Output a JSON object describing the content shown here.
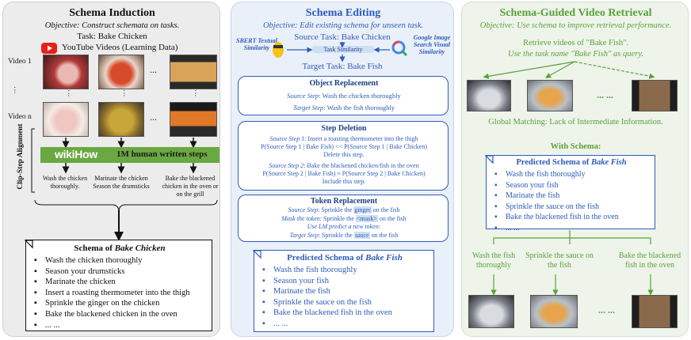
{
  "panel1": {
    "title": "Schema Induction",
    "objective": "Objective: Construct schemata on tasks.",
    "task": "Task: Bake Chicken",
    "videos_label": "YouTube Videos (Learning Data)",
    "video1": "Video 1",
    "videon": "Video n",
    "ellipsis": "...",
    "vdots": "⋮",
    "clip_step": "Clip-Step Alignment",
    "wiki_logo": "wikiHow",
    "wiki_text": "1M human written steps",
    "steps": [
      "Wash the chicken thoroughly.",
      "Marinate the chicken Season the drumsticks",
      "Bake the blackened chicken in the oven or on the grill"
    ],
    "schema_title_prefix": "Schema of ",
    "schema_title_task": "Bake Chicken",
    "schema_items": [
      "Wash the chicken thoroughly",
      "Season your drumsticks",
      "Marinate the chicken",
      "Insert a roasting thermometer into the thigh",
      "Sprinkle the ginger on the chicken",
      "Bake the blackened chicken in the oven",
      "... ..."
    ]
  },
  "panel2": {
    "title": "Schema Editing",
    "objective": "Objective: Edit existing schema for unseen task.",
    "source_task": "Source Task: Bake Chicken",
    "target_task": "Target Task: Bake Fish",
    "task_similarity": "Task Similarity",
    "sbert": "SBERT Textual Similarity",
    "google": "Google Image Search Visual Similarity",
    "obj_rep": {
      "title": "Object Replacement",
      "src_label": "Source Step",
      "src_text": ": Wash the chicken thoroughly",
      "tgt_label": "Target Step",
      "tgt_text": ": Wash the fish thoroughly"
    },
    "step_del": {
      "title": "Step Deletion",
      "s1_label": "Source Step 1",
      "s1_text": ": Insert a roasting thermometer into the thigh",
      "s1_prob": "P(Source Step 1 | Bake Fish) << P(Source Step 1 | Bake Chicken)",
      "s1_action": "Delete this step.",
      "s2_label": "Source Step 2",
      "s2_text": ": Bake the blackened chicken/fish in the oven",
      "s2_prob": "P(Source Step 2 | Bake Fish) ≈ P(Source Step 2 | Bake Chicken)",
      "s2_action": "Include this step."
    },
    "tok_rep": {
      "title": "Token Replacement",
      "src_label": "Source Step",
      "src_pre": ": Sprinkle the ",
      "src_hl": "ginger",
      "src_post": " on the fish",
      "mask_label": "Mask the token",
      "mask_pre": ": Sprinkle the ",
      "mask_hl": "<mask>",
      "mask_post": " on the fish",
      "lm": "Use LM predict a new token:",
      "tgt_label": "Target Step",
      "tgt_pre": ": Sprinkle the ",
      "tgt_hl": "sauce",
      "tgt_post": " on the fish"
    },
    "pred_title_prefix": "Predicted Schema of ",
    "pred_title_task": "Bake Fish",
    "pred_items": [
      "Wash the fish thoroughly",
      "Season your fish",
      "Marinate the fish",
      "Sprinkle the sauce on the fish",
      "Bake the blackened fish in the oven",
      "... ..."
    ]
  },
  "panel3": {
    "title": "Schema-Guided Video Retrieval",
    "objective": "Objective: Use schema to improve retrieval performance.",
    "retrieve1": "Retrieve videos of \"Bake Fish\".",
    "retrieve2": "Use the task name \"Bake Fish\" as query.",
    "ellipsis": "... ...",
    "global": "Global Matching: Lack of Intermediate Information.",
    "with_schema": "With Schema:",
    "pred_title_prefix": "Predicted Schema of ",
    "pred_title_task": "Bake Fish",
    "pred_items": [
      "Wash the fish thoroughly",
      "Season your fish",
      "Marinate the fish",
      "Sprinkle the sauce on the fish",
      "Bake the blackened fish in the oven",
      "... ..."
    ],
    "step_labels": [
      "Wash the fish thoroughly",
      "Sprinkle the sauce on the fish",
      "Bake the blackened fish in the oven"
    ]
  },
  "colors": {
    "blue": "#2f5cb8",
    "green": "#5aa13a",
    "wiki_bar": "#6aa841"
  }
}
